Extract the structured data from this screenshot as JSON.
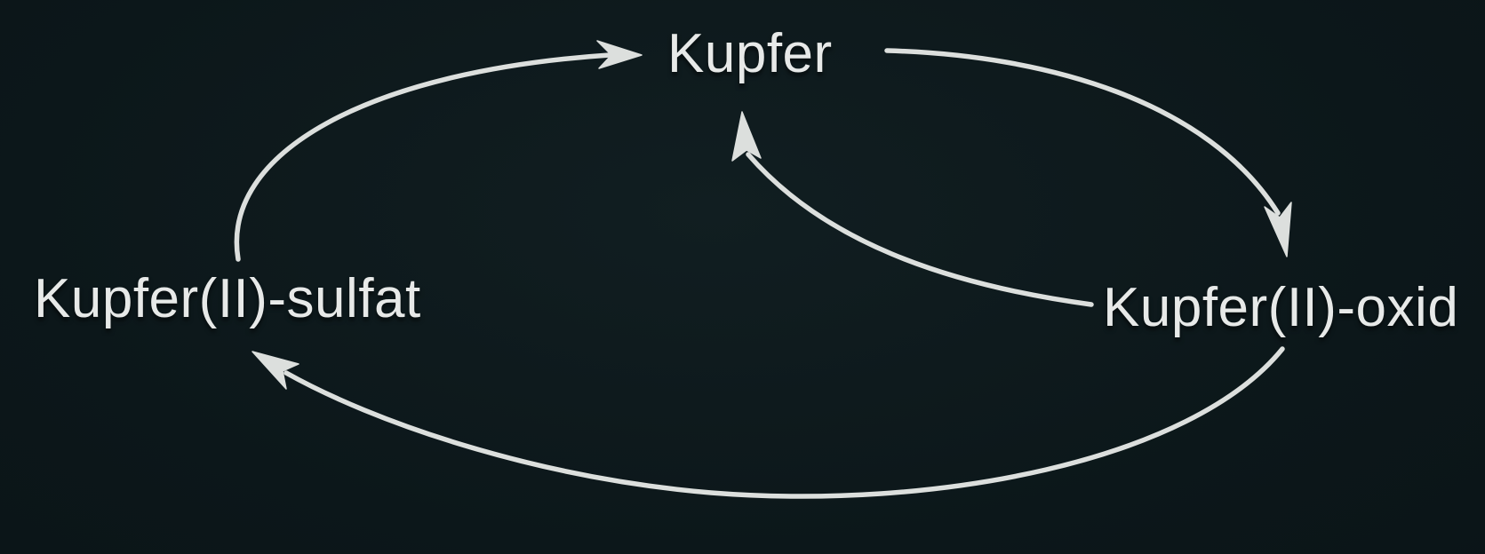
{
  "diagram": {
    "type": "cycle-diagram",
    "colors": {
      "background": "#0c171a",
      "text": "#e7e9e8",
      "arrow": "#dcdfdd"
    },
    "nodes": [
      {
        "id": "kupfer",
        "label": "Kupfer"
      },
      {
        "id": "kupfer-ii-sulfat",
        "label": "Kupfer(II)-sulfat"
      },
      {
        "id": "kupfer-ii-oxid",
        "label": "Kupfer(II)-oxid"
      }
    ],
    "edges": [
      {
        "id": "sulfat-to-kupfer",
        "from": "Kupfer(II)-sulfat",
        "to": "Kupfer"
      },
      {
        "id": "kupfer-to-oxid",
        "from": "Kupfer",
        "to": "Kupfer(II)-oxid"
      },
      {
        "id": "oxid-to-kupfer",
        "from": "Kupfer(II)-oxid",
        "to": "Kupfer"
      },
      {
        "id": "oxid-to-sulfat",
        "from": "Kupfer(II)-oxid",
        "to": "Kupfer(II)-sulfat"
      }
    ]
  }
}
